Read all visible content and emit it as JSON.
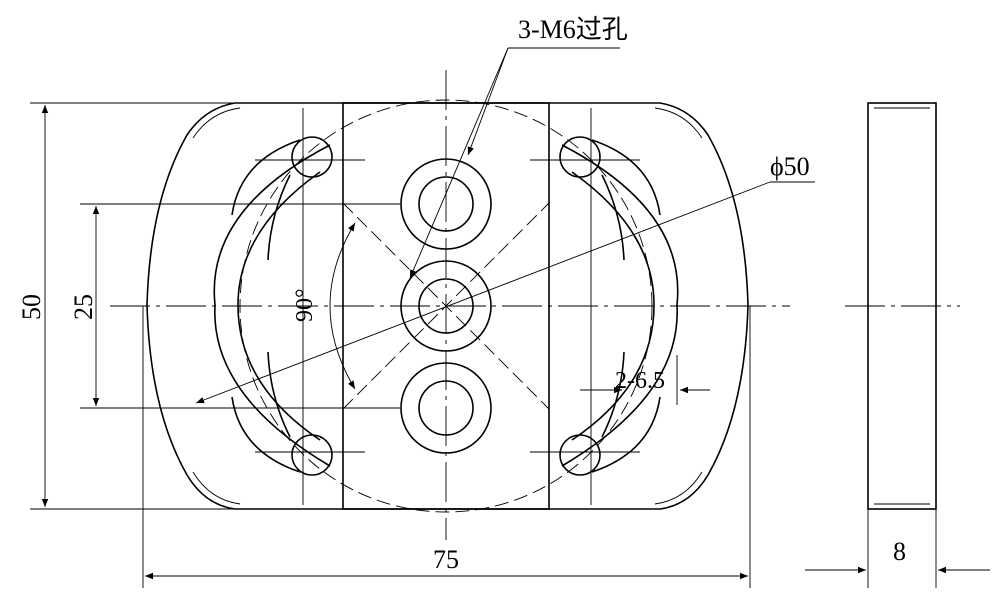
{
  "drawing": {
    "hole_callout": "3-M6过孔",
    "diameter_callout": "ϕ50",
    "slot_callout": "2-6.5",
    "angle_label": "90°",
    "dim_height": "50",
    "dim_hole_spacing": "25",
    "dim_width": "75",
    "dim_thickness": "8"
  }
}
